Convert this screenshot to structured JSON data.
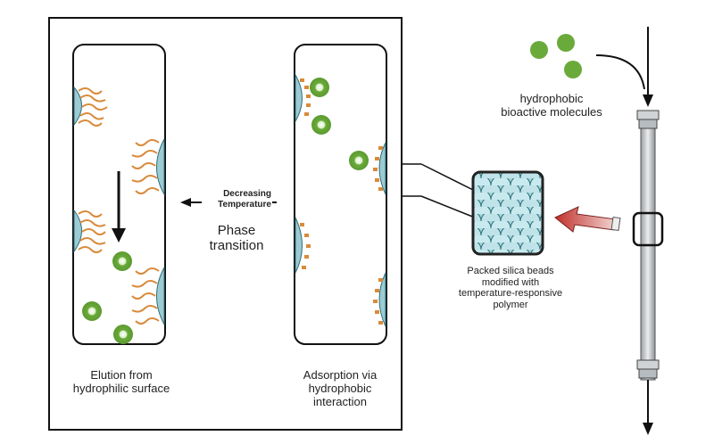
{
  "labels": {
    "elution": [
      "Elution from",
      "hydrophilic surface"
    ],
    "adsorption": [
      "Adsorption via",
      "hydrophobic",
      "interaction"
    ],
    "decreasing_temp": [
      "Decreasing",
      "Temperature"
    ],
    "phase_transition": [
      "Phase",
      "transition"
    ],
    "molecules": [
      "hydrophobic",
      "bioactive molecules"
    ],
    "beads": [
      "Packed silica beads",
      "modified with",
      "temperature-responsive",
      "polymer"
    ]
  },
  "colors": {
    "molecule": "#6aaa3a",
    "molecule_core": "#e8f5d8",
    "polymer": "#d98a3a",
    "bead": "#8fc6cf",
    "bead_dark": "#4f8f9a",
    "red_arrow": "#b8322e"
  }
}
